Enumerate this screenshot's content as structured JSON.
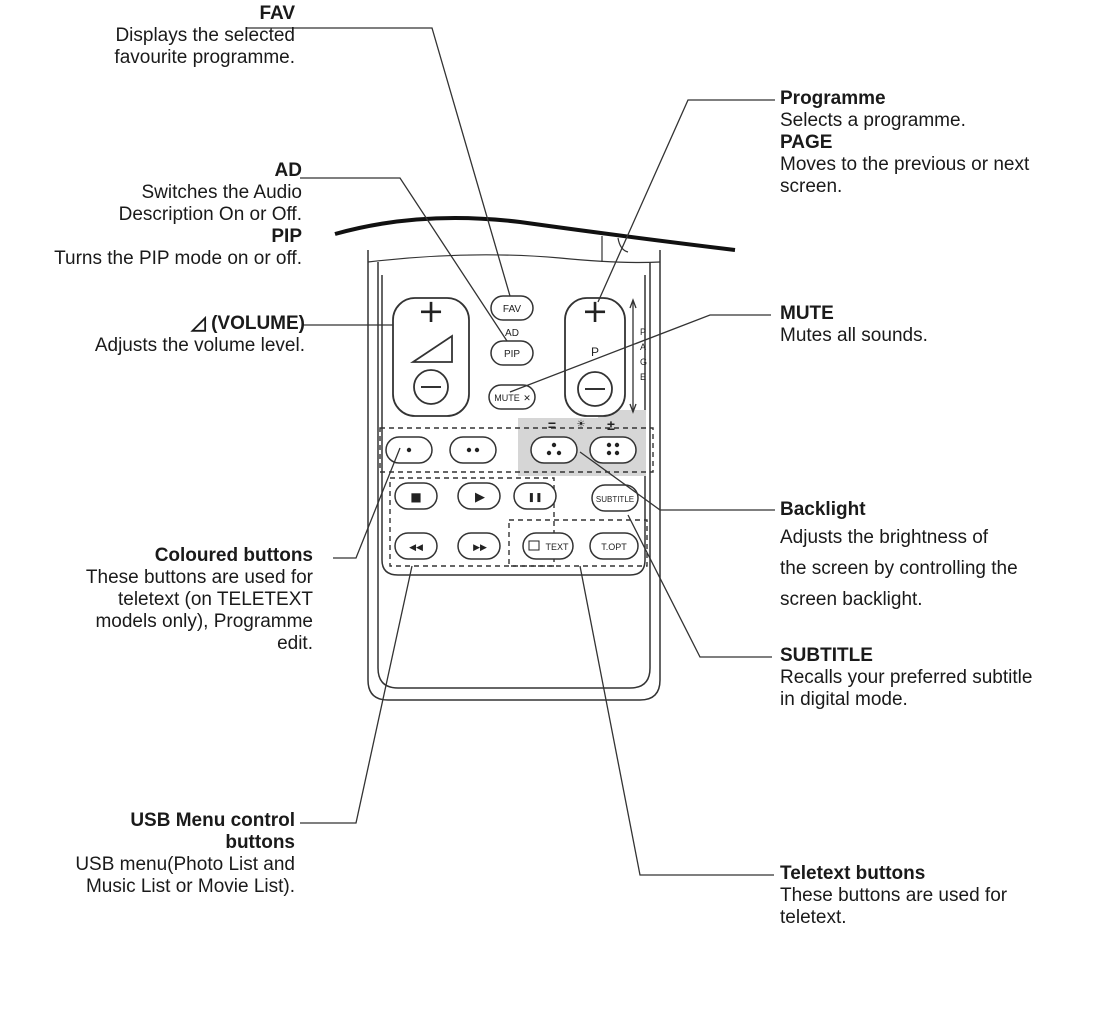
{
  "callouts": {
    "fav": {
      "title": "FAV",
      "desc": [
        "Displays the selected",
        "favourite programme."
      ]
    },
    "ad": {
      "title": "AD",
      "desc": [
        "Switches the Audio",
        "Description On or Off."
      ]
    },
    "pip": {
      "title": "PIP",
      "desc": [
        "Turns the PIP mode on or off."
      ]
    },
    "volume": {
      "title": "◿ (VOLUME)",
      "desc": [
        "Adjusts the volume level."
      ]
    },
    "coloured": {
      "title": "Coloured buttons",
      "desc": [
        "These buttons are used for",
        "teletext (on TELETEXT",
        "models only), Programme",
        "edit."
      ]
    },
    "usb": {
      "title": [
        "USB Menu control",
        "buttons"
      ],
      "desc": [
        "USB menu(Photo List and",
        "Music List or Movie List)."
      ]
    },
    "programme": {
      "title": "Programme",
      "desc": [
        "Selects a programme."
      ]
    },
    "page": {
      "title": "PAGE",
      "desc": [
        "Moves to the previous or next",
        "screen."
      ]
    },
    "mute": {
      "title": "MUTE",
      "desc": [
        "Mutes all sounds."
      ]
    },
    "backlight": {
      "title": "Backlight",
      "desc": [
        "Adjusts the brightness of",
        "the screen by controlling the",
        "screen backlight."
      ]
    },
    "subtitle": {
      "title": "SUBTITLE",
      "desc": [
        "Recalls your preferred subtitle",
        "in digital mode."
      ]
    },
    "teletext": {
      "title": "Teletext buttons",
      "desc": [
        "These buttons are used for",
        "teletext."
      ]
    }
  },
  "remote": {
    "plus": "+",
    "minus": "−",
    "fav": "FAV",
    "ad": "AD",
    "pip": "PIP",
    "mute": "MUTE",
    "mute_icon": "✕",
    "p": "P",
    "page_letters": [
      "P",
      "A",
      "G",
      "E"
    ],
    "backlight_minus": "=",
    "backlight_plus": "±",
    "backlight_icon": "☀",
    "subtitle": "SUBTITLE",
    "text": "TEXT",
    "topt": "T.OPT",
    "stop": "■",
    "play": "▶",
    "pause": "❚❚",
    "rew": "◀◀",
    "ff": "▶▶"
  },
  "colors": {
    "line": "#333333",
    "shade": "#d6d6d6",
    "body": "#ffffff"
  }
}
